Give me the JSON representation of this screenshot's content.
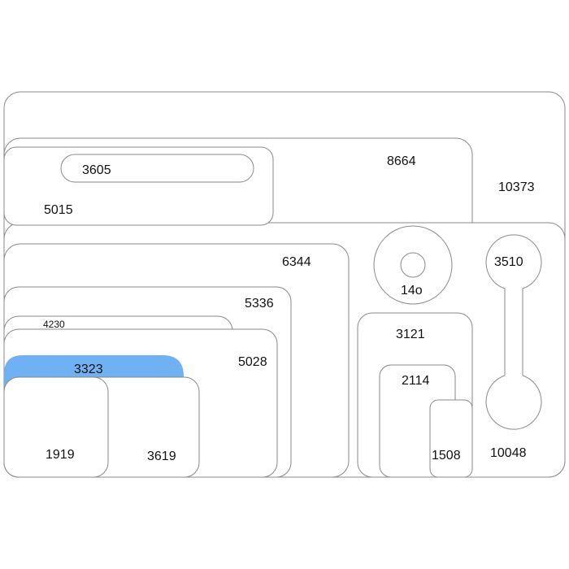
{
  "highlight_color": "#6fb1f3",
  "stroke_color": "#8a8a8a",
  "labels": {
    "l10373": "10373",
    "l8664": "8664",
    "l5015": "5015",
    "l3605": "3605",
    "l10048": "10048",
    "l6344": "6344",
    "l5336": "5336",
    "l5028": "5028",
    "l4230": "4230",
    "l3323": "3323",
    "l1919": "1919",
    "l3619": "3619",
    "l14o": "14o",
    "l3510": "3510",
    "l3121": "3121",
    "l2114": "2114",
    "l1508": "1508"
  }
}
